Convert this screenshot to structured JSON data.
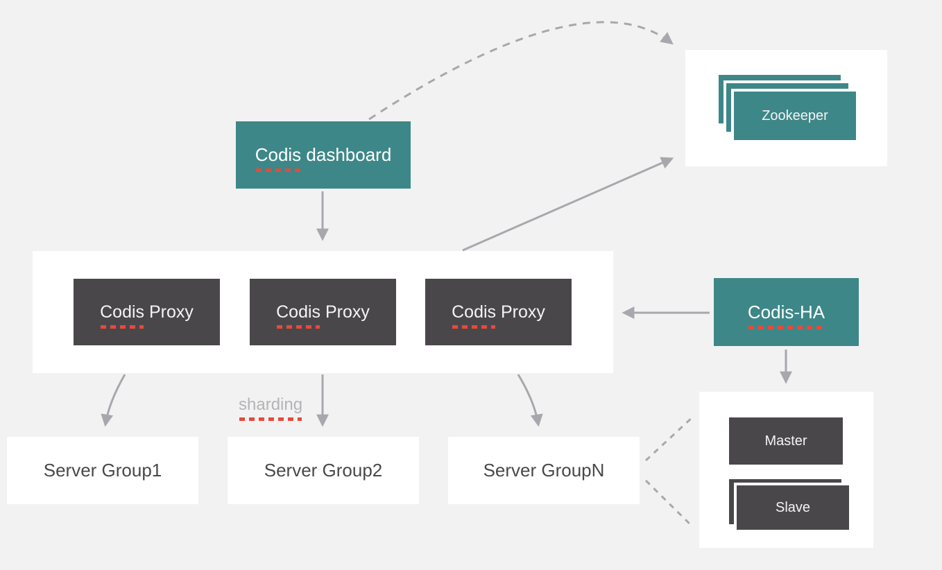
{
  "colors": {
    "background": "#f2f2f2",
    "teal": "#3e8788",
    "dark_gray": "#4a474b",
    "arrow_gray": "#a9a7ad",
    "misspell_red": "#e8493b",
    "muted_text": "#b4b3b7"
  },
  "nodes": {
    "dashboard": {
      "word": "Codis",
      "rest": " dashboard"
    },
    "zookeeper": {
      "label": "Zookeeper"
    },
    "proxies": [
      {
        "word": "Codis",
        "rest": " Proxy"
      },
      {
        "word": "Codis",
        "rest": " Proxy"
      },
      {
        "word": "Codis",
        "rest": " Proxy"
      }
    ],
    "codis_ha": {
      "label": "Codis-HA"
    },
    "sharding": {
      "label": "sharding"
    },
    "server_groups": [
      {
        "label": "Server Group1"
      },
      {
        "label": "Server Group2"
      },
      {
        "label": "Server GroupN"
      }
    ],
    "master": {
      "label": "Master"
    },
    "slave": {
      "label": "Slave"
    }
  }
}
